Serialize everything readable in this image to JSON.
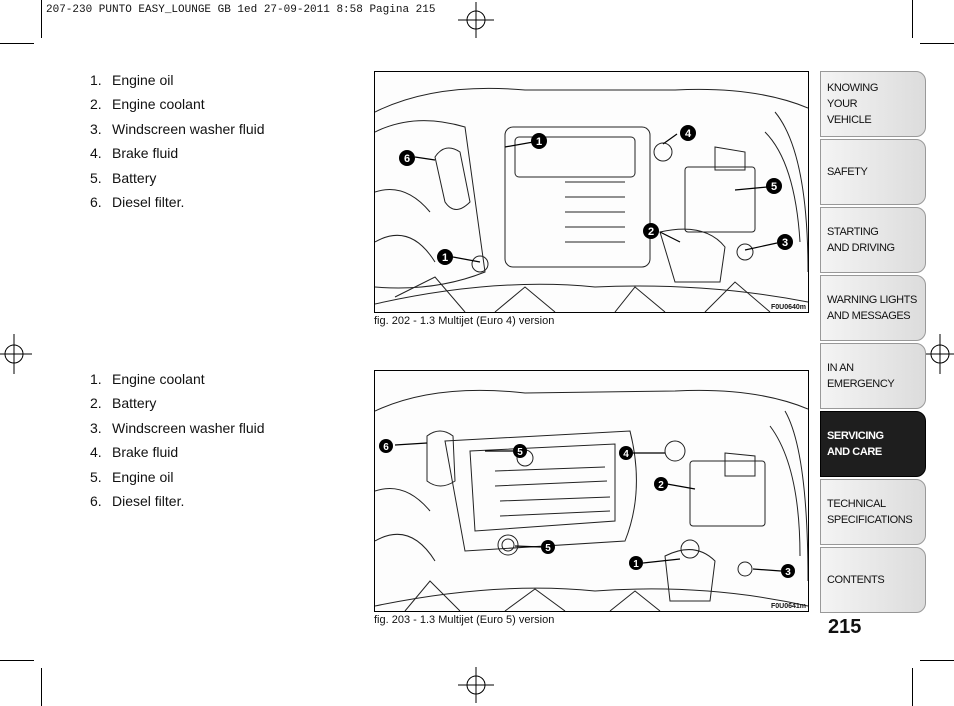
{
  "header": {
    "text": "207-230 PUNTO EASY_LOUNGE GB 1ed   27-09-2011   8:58   Pagina 215"
  },
  "list1": [
    {
      "num": "1.",
      "label": "Engine oil"
    },
    {
      "num": "2.",
      "label": "Engine coolant"
    },
    {
      "num": "3.",
      "label": "Windscreen washer fluid"
    },
    {
      "num": "4.",
      "label": "Brake fluid"
    },
    {
      "num": "5.",
      "label": "Battery"
    },
    {
      "num": "6.",
      "label": "Diesel filter."
    }
  ],
  "list2": [
    {
      "num": "1.",
      "label": "Engine coolant"
    },
    {
      "num": "2.",
      "label": "Battery"
    },
    {
      "num": "3.",
      "label": "Windscreen washer fluid"
    },
    {
      "num": "4.",
      "label": "Brake fluid"
    },
    {
      "num": "5.",
      "label": "Engine oil"
    },
    {
      "num": "6.",
      "label": "Diesel filter."
    }
  ],
  "figure1": {
    "caption": "fig. 202 - 1.3 Multijet (Euro 4) version",
    "code": "F0U0640m",
    "callouts": [
      "1",
      "6",
      "4",
      "5",
      "2",
      "3",
      "1"
    ]
  },
  "figure2": {
    "caption": "fig. 203 - 1.3 Multijet (Euro 5) version",
    "code": "F0U0641m",
    "callouts": [
      "6",
      "5",
      "4",
      "2",
      "5",
      "1",
      "3"
    ]
  },
  "sidebar": [
    {
      "label": "KNOWING\nYOUR\nVEHICLE",
      "active": false
    },
    {
      "label": "SAFETY",
      "active": false
    },
    {
      "label": "STARTING\nAND DRIVING",
      "active": false
    },
    {
      "label": "WARNING LIGHTS\nAND MESSAGES",
      "active": false
    },
    {
      "label": "IN AN\nEMERGENCY",
      "active": false
    },
    {
      "label": "SERVICING\nAND CARE",
      "active": true
    },
    {
      "label": "TECHNICAL\nSPECIFICATIONS",
      "active": false
    },
    {
      "label": "CONTENTS",
      "active": false
    }
  ],
  "page_number": "215",
  "colors": {
    "active_tab": "#1e1e1e",
    "tab_bg": "#e6e6e6"
  }
}
